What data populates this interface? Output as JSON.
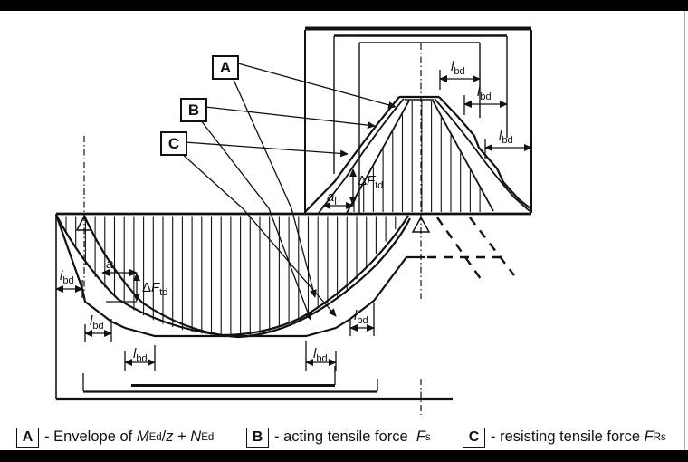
{
  "page": {
    "background": "#ffffff",
    "bar_color": "#000000",
    "line_color": "#111111"
  },
  "callouts": {
    "a": "A",
    "b": "B",
    "c": "C"
  },
  "labels": {
    "lbd": {
      "main": "l",
      "sub": "bd"
    },
    "al": {
      "main": "a",
      "sub": "l"
    },
    "dftd": {
      "delta": "Δ",
      "main": "F",
      "sub": "td"
    }
  },
  "legend": {
    "a": {
      "key": "A",
      "pre": "- Envelope of ",
      "m": "M",
      "m_sub": "Ed",
      "slash": "/",
      "z": "z",
      "plus": " + ",
      "n": "N",
      "n_sub": "Ed"
    },
    "b": {
      "key": "B",
      "pre": "- acting tensile force  ",
      "f": "F",
      "f_sub": "s"
    },
    "c": {
      "key": "C",
      "pre": "- resisting tensile force ",
      "f": "F",
      "f_sub": "Rs"
    }
  }
}
